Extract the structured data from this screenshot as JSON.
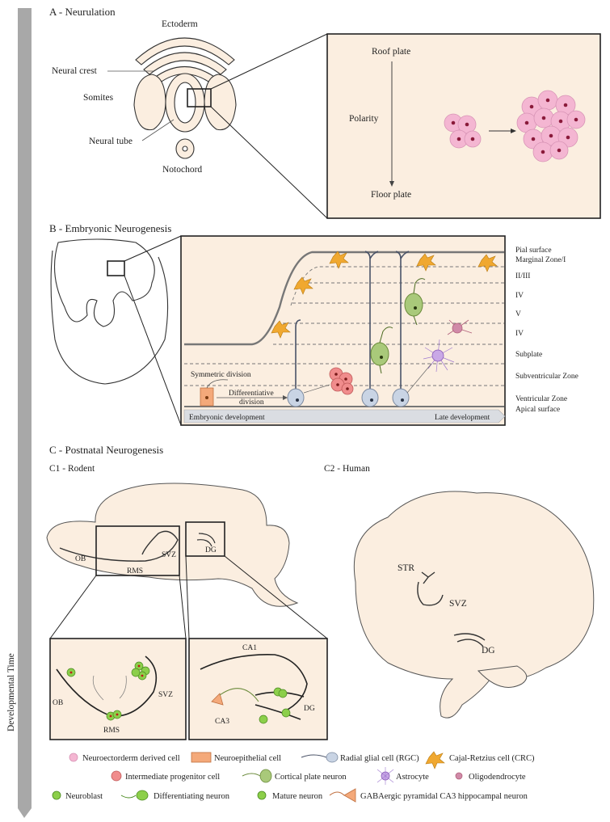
{
  "timeline": {
    "label": "Developmental Time"
  },
  "sections": {
    "A": {
      "title": "A - Neurulation",
      "labels": {
        "ectoderm": "Ectoderm",
        "neural_crest": "Neural crest",
        "somites": "Somites",
        "neural_tube": "Neural tube",
        "notochord": "Notochord"
      },
      "zoom": {
        "roof_plate": "Roof plate",
        "polarity": "Polarity",
        "floor_plate": "Floor plate"
      }
    },
    "B": {
      "title": "B - Embryonic Neurogenesis",
      "layers": [
        "Pial surface",
        "Marginal Zone/I",
        "II/III",
        "IV",
        "V",
        "IV",
        "Subplate",
        "Subventricular Zone",
        "Ventricular Zone",
        "Apical surface"
      ],
      "symmetric_division": "Symmetric division",
      "differentiative_division": [
        "Differentiative",
        "division"
      ],
      "arrow_start": "Embryonic development",
      "arrow_end": "Late development"
    },
    "C": {
      "title": "C - Postnatal Neurogenesis",
      "rodent": {
        "title": "C1 - Rodent",
        "labels": {
          "ob": "OB",
          "rms": "RMS",
          "svz": "SVZ",
          "dg": "DG"
        },
        "zoom1": {
          "ob": "OB",
          "svz": "SVZ",
          "rms": "RMS"
        },
        "zoom2": {
          "ca1": "CA1",
          "ca3": "CA3",
          "dg": "DG"
        }
      },
      "human": {
        "title": "C2 - Human",
        "labels": {
          "str": "STR",
          "svz": "SVZ",
          "dg": "DG"
        }
      }
    }
  },
  "legend": {
    "row1": [
      "Neuroectorderm derived cell",
      "Neuroepithelial cell",
      "Radial glial cell (RGC)",
      "Cajal-Retzius cell (CRC)"
    ],
    "row2": [
      "Intermediate progenitor cell",
      "Cortical plate neuron",
      "Astrocyte",
      "Oligodendrocyte"
    ],
    "row3": [
      "Neuroblast",
      "Differentiating neuron",
      "Mature neuron",
      "GABAergic pyramidal CA3 hippocampal neuron"
    ]
  },
  "colors": {
    "tissue": "#fbeee0",
    "pink_cell": "#f4b6d2",
    "progenitor": "#f08c8c",
    "neuroepithelial": "#f4a97a",
    "rgc": "#c9d4e4",
    "crc": "#f0a830",
    "cortical_neuron": "#a9c97a",
    "astrocyte": "#c9a8e6",
    "oligodendrocyte": "#d08aa8",
    "neuroblast": "#8ccf4a",
    "timeline_bar": "#a8a8a8"
  }
}
